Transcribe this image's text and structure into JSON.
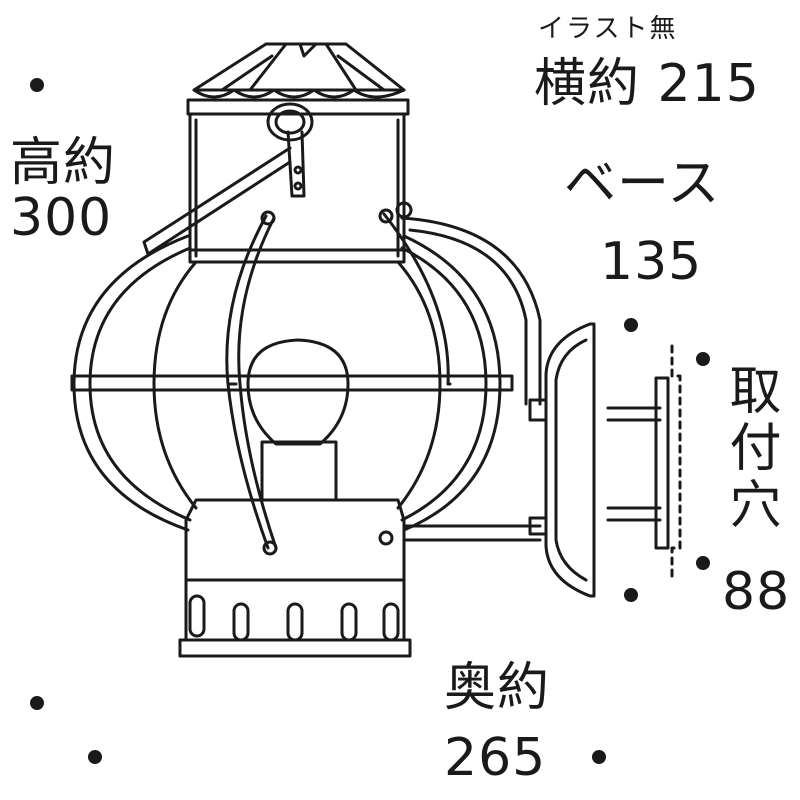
{
  "labels": {
    "note": "イラスト無",
    "width_label": "横約 215",
    "height_label": "高約",
    "height_value": "300",
    "base_label": "ベース",
    "base_value": "135",
    "hole_label": "取付穴",
    "hole_value": "88",
    "depth_label": "奥約",
    "depth_value": "265"
  },
  "colors": {
    "ink": "#1a1a1a",
    "background": "#ffffff"
  }
}
